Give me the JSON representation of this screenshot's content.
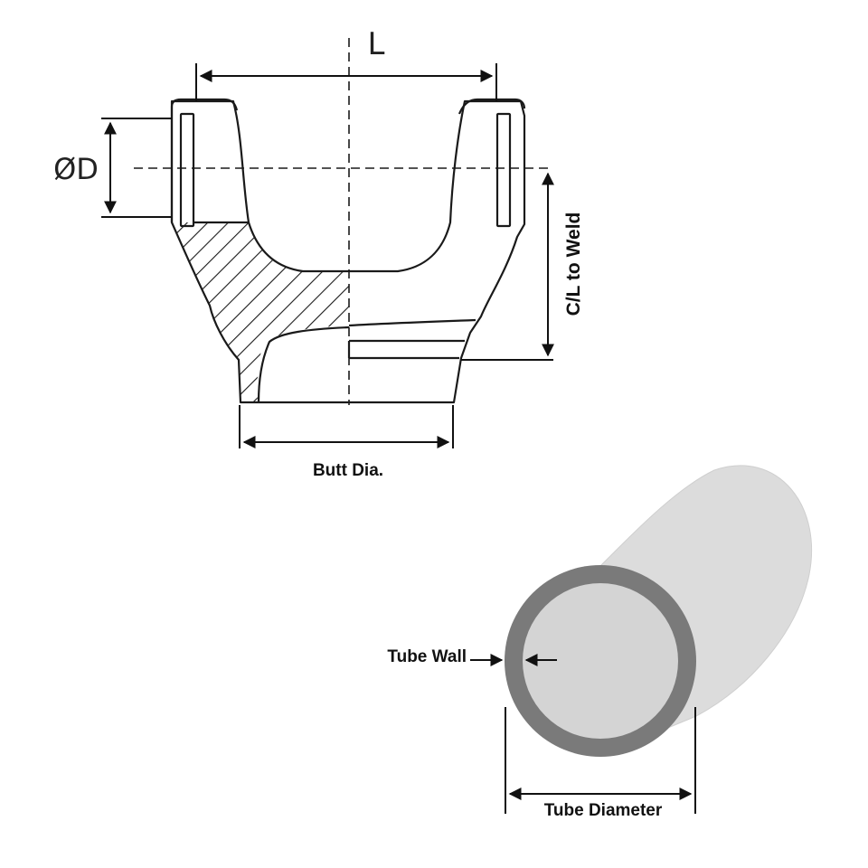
{
  "yoke_diagram": {
    "labels": {
      "length": "L",
      "bore": "ØD",
      "centerline_to_weld": "C/L to Weld",
      "butt_diameter": "Butt Dia."
    }
  },
  "tube_diagram": {
    "labels": {
      "tube_wall": "Tube Wall",
      "tube_diameter": "Tube Diameter"
    }
  },
  "colors": {
    "line": "#1a1a1a",
    "tube_body": "#dcdcdc",
    "tube_wall": "#7a7a7a",
    "tube_inner": "#d4d4d4"
  }
}
